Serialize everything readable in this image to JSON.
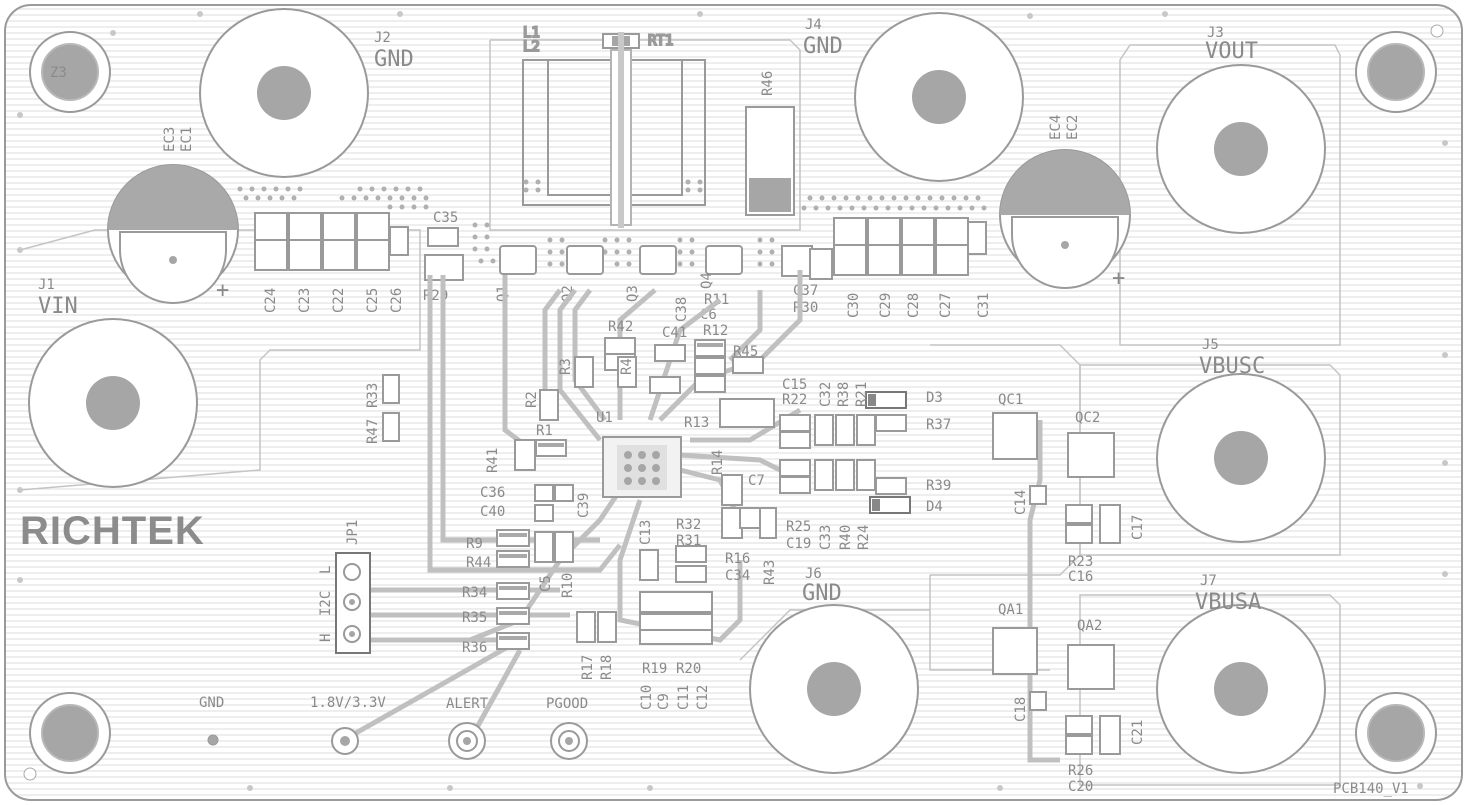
{
  "colors": {
    "background": "#ffffff",
    "silkscreen": "#8a8a8a",
    "copper": "#b4b4b4",
    "pad_fill": "#a6a6a6",
    "hatch": "#dcdcdc"
  },
  "brand": "RICHTEK",
  "board_id": "PCB140_V1",
  "connectors": {
    "J1": {
      "ref": "J1",
      "name": "VIN"
    },
    "J2": {
      "ref": "J2",
      "name": "GND"
    },
    "J3": {
      "ref": "J3",
      "name": "VOUT"
    },
    "J4": {
      "ref": "J4",
      "name": "GND"
    },
    "J5": {
      "ref": "J5",
      "name": "VBUSC"
    },
    "J6": {
      "ref": "J6",
      "name": "GND"
    },
    "J7": {
      "ref": "J7",
      "name": "VBUSA"
    }
  },
  "mount": {
    "z3": "Z3"
  },
  "test_points": {
    "gnd": "GND",
    "io": "1.8V/3.3V",
    "alert": "ALERT",
    "pgood": "PGOOD"
  },
  "jumper": {
    "ref": "JP1",
    "l": "L",
    "i2c": "I2C",
    "h": "H"
  },
  "labels": {
    "L1": "L1",
    "L2": "L2",
    "RT1": "RT1",
    "R46": "R46",
    "EC1": "EC1",
    "EC3": "EC3",
    "EC2": "EC2",
    "EC4": "EC4",
    "C35": "C35",
    "C24": "C24",
    "C23": "C23",
    "C22": "C22",
    "C25": "C25",
    "C26": "C26",
    "R29": "R29",
    "Q1": "Q1",
    "Q2": "Q2",
    "Q3": "Q3",
    "Q4": "Q4",
    "C38": "C38",
    "R11": "R11",
    "C6": "C6",
    "C37": "C37",
    "R30": "R30",
    "C30": "C30",
    "C29": "C29",
    "C28": "C28",
    "C27": "C27",
    "C31": "C31",
    "R42": "R42",
    "C41": "C41",
    "R12": "R12",
    "R45": "R45",
    "R3": "R3",
    "R4": "R4",
    "R2": "R2",
    "R1": "R1",
    "U1": "U1",
    "R13": "R13",
    "R14": "R14",
    "R41": "R41",
    "C15": "C15",
    "R22": "R22",
    "C32": "C32",
    "R38": "R38",
    "R21": "R21",
    "D3": "D3",
    "R37": "R37",
    "R39": "R39",
    "D4": "D4",
    "C7": "C7",
    "R25": "R25",
    "C19": "C19",
    "C33": "C33",
    "R40": "R40",
    "R24": "R24",
    "C36": "C36",
    "C40": "C40",
    "C39": "C39",
    "C13": "C13",
    "R32": "R32",
    "R31": "R31",
    "R16": "R16",
    "C34": "C34",
    "R43": "R43",
    "R9": "R9",
    "R44": "R44",
    "C5": "C5",
    "R10": "R10",
    "R34": "R34",
    "R35": "R35",
    "R36": "R36",
    "R17": "R17",
    "R18": "R18",
    "R19": "R19",
    "R20": "R20",
    "C10": "C10",
    "C9": "C9",
    "C11": "C11",
    "C12": "C12",
    "R47": "R47",
    "R33": "R33",
    "QC1": "QC1",
    "QC2": "QC2",
    "C14": "C14",
    "C17": "C17",
    "R23": "R23",
    "C16": "C16",
    "QA1": "QA1",
    "QA2": "QA2",
    "C18": "C18",
    "C21": "C21",
    "R26": "R26",
    "C20": "C20"
  }
}
